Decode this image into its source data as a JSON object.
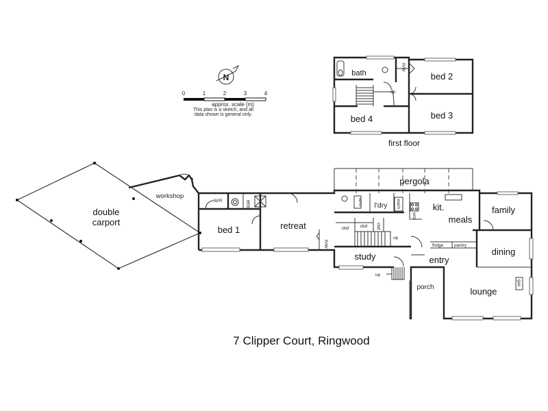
{
  "title": "7 Clipper Court, Ringwood",
  "first_floor_label": "first floor",
  "compass": {
    "letter": "N"
  },
  "scale": {
    "ticks": [
      "0",
      "1",
      "2",
      "3",
      "4"
    ],
    "caption": "approx. scale (m)",
    "disclaimer_line1": "This plan is a sketch, and all",
    "disclaimer_line2": "data shown is general only."
  },
  "first_floor": {
    "bath": "bath",
    "bed2": "bed 2",
    "bed3": "bed 3",
    "bed4": "bed 4",
    "wir": "R/W",
    "up": "up"
  },
  "ground_floor": {
    "double_carport": [
      "double",
      "carport"
    ],
    "workshop": "workshop",
    "bed1": "bed 1",
    "wir": "W/R",
    "ens": "ens",
    "retreat": "retreat",
    "pergola": "pergola",
    "ldry": "l'dry",
    "kit": "kit.",
    "family": "family",
    "meals": "meals",
    "dining": "dining",
    "study": "study",
    "entry": "entry",
    "porch": "porch",
    "lounge": "lounge",
    "cbd1": "cbd",
    "cbd2": "cbd",
    "cbd3": "cbd",
    "fridge": "fridge",
    "pantry": "pantry",
    "up1": "up",
    "up2": "up",
    "rw": "R/W",
    "wm": "w/m",
    "wash": "wash",
    "wo": "w/o",
    "gas": "gas"
  }
}
